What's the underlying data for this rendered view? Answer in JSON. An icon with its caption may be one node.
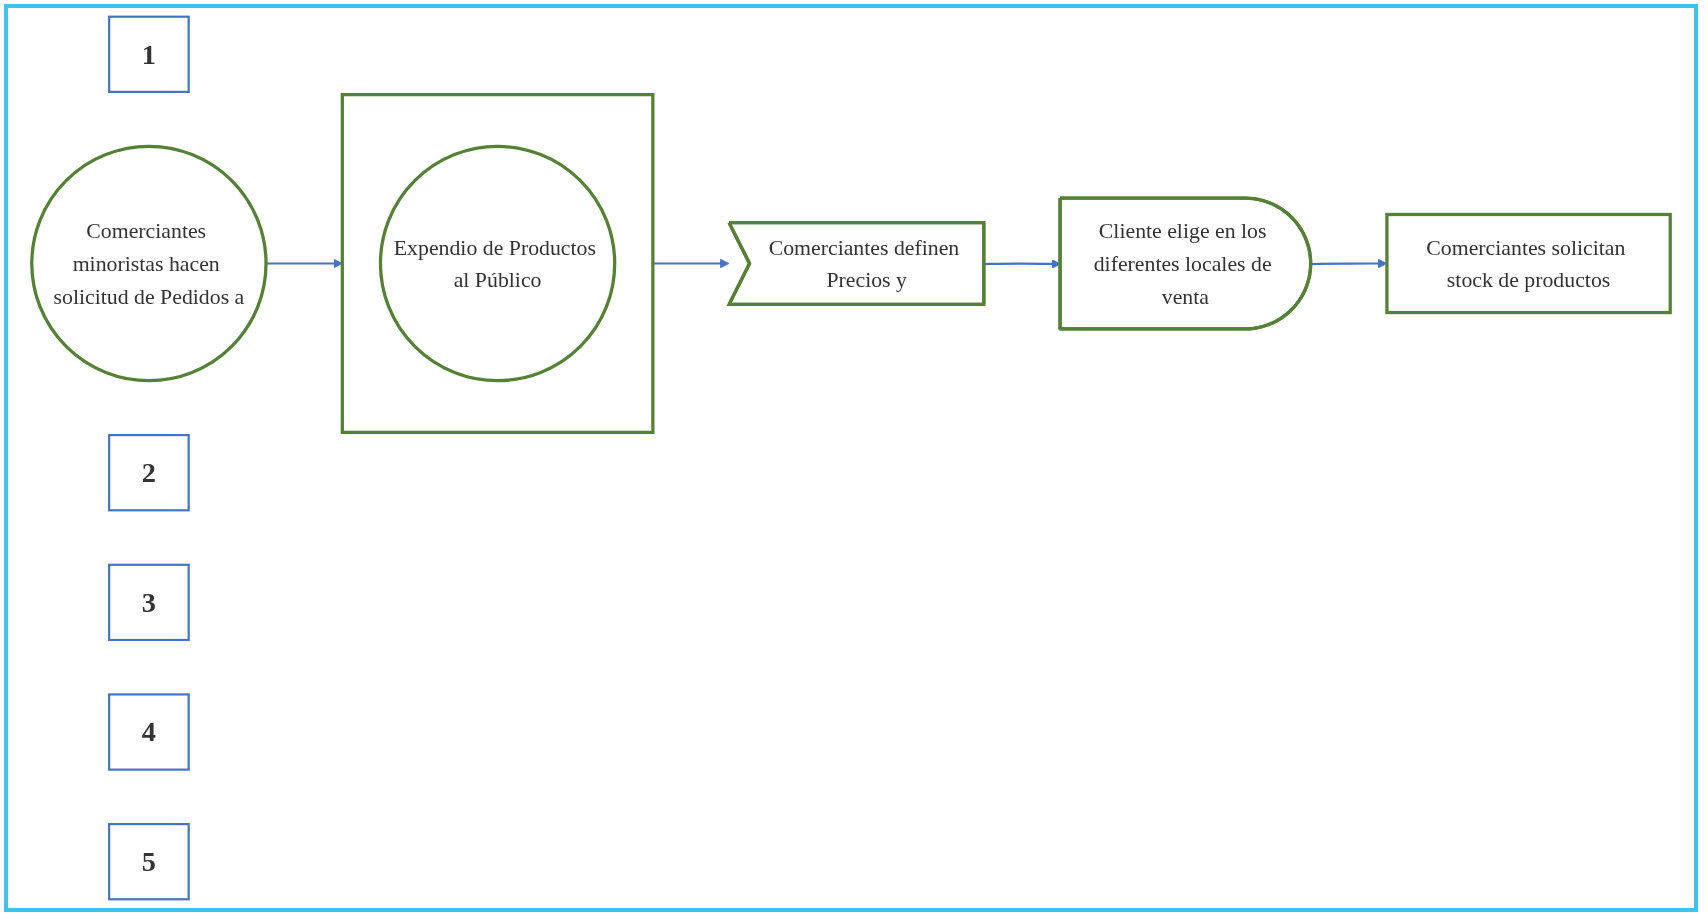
{
  "diagram": {
    "nodes": [
      {
        "text": [
          "1"
        ]
      },
      {
        "text": [
          "Comerciantes minoristas hacen solicitud de Pedidos a"
        ]
      },
      {
        "text": [
          "2"
        ]
      },
      {
        "text": [],
        "shape": "box"
      },
      {
        "text": [
          "Expendio de Productos al Público"
        ],
        "in": 3
      },
      {
        "text": [
          "3"
        ]
      },
      {
        "text": [
          "Comerciantes definen Precios y"
        ]
      },
      {
        "text": [
          "4"
        ]
      },
      {
        "text": [
          "Cliente elige en los diferentes locales de venta"
        ]
      },
      {
        "text": [
          "5"
        ]
      },
      {
        "text": [
          "Comerciantes solicitan stock de productos"
        ]
      }
    ],
    "edges": [
      {
        "from": 1,
        "to": 3,
        "arrow": "to"
      },
      {
        "from": 3,
        "to": 6,
        "arrow": "to"
      },
      {
        "from": 6,
        "to": 8,
        "arrow": "to"
      },
      {
        "from": 8,
        "to": 10,
        "arrow": "to"
      }
    ]
  }
}
